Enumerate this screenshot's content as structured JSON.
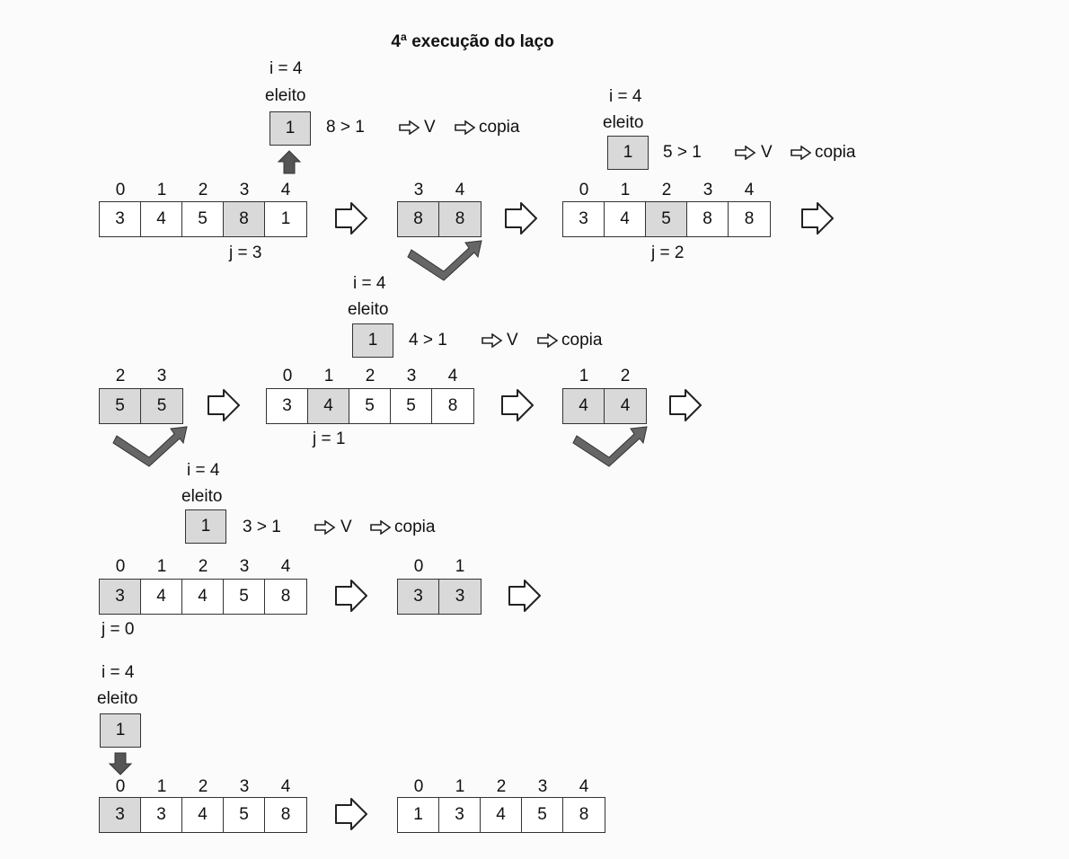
{
  "title": "4ª execução do laço",
  "labels": {
    "i": "i = 4",
    "eleito": "eleito",
    "elected_value": "1",
    "V": "V",
    "copia": "copia",
    "j3": "j = 3",
    "j2": "j = 2",
    "j1": "j = 1",
    "j0": "j = 0"
  },
  "comparisons": {
    "c1": "8 > 1",
    "c2": "5 > 1",
    "c3": "4 > 1",
    "c4": "3 > 1"
  },
  "arrays": {
    "a1": {
      "indices": [
        "0",
        "1",
        "2",
        "3",
        "4"
      ],
      "values": [
        "3",
        "4",
        "5",
        "8",
        "1"
      ]
    },
    "p1": {
      "indices": [
        "3",
        "4"
      ],
      "values": [
        "8",
        "8"
      ]
    },
    "a2": {
      "indices": [
        "0",
        "1",
        "2",
        "3",
        "4"
      ],
      "values": [
        "3",
        "4",
        "5",
        "8",
        "8"
      ]
    },
    "p2": {
      "indices": [
        "2",
        "3"
      ],
      "values": [
        "5",
        "5"
      ]
    },
    "a3": {
      "indices": [
        "0",
        "1",
        "2",
        "3",
        "4"
      ],
      "values": [
        "3",
        "4",
        "5",
        "5",
        "8"
      ]
    },
    "p3": {
      "indices": [
        "1",
        "2"
      ],
      "values": [
        "4",
        "4"
      ]
    },
    "a4": {
      "indices": [
        "0",
        "1",
        "2",
        "3",
        "4"
      ],
      "values": [
        "3",
        "4",
        "4",
        "5",
        "8"
      ]
    },
    "p4": {
      "indices": [
        "0",
        "1"
      ],
      "values": [
        "3",
        "3"
      ]
    },
    "a5": {
      "indices": [
        "0",
        "1",
        "2",
        "3",
        "4"
      ],
      "values": [
        "3",
        "3",
        "4",
        "5",
        "8"
      ]
    },
    "a6": {
      "indices": [
        "0",
        "1",
        "2",
        "3",
        "4"
      ],
      "values": [
        "1",
        "3",
        "4",
        "5",
        "8"
      ]
    }
  },
  "colors": {
    "highlight": "#d9d9d9",
    "arrow_dark": "#555555"
  }
}
